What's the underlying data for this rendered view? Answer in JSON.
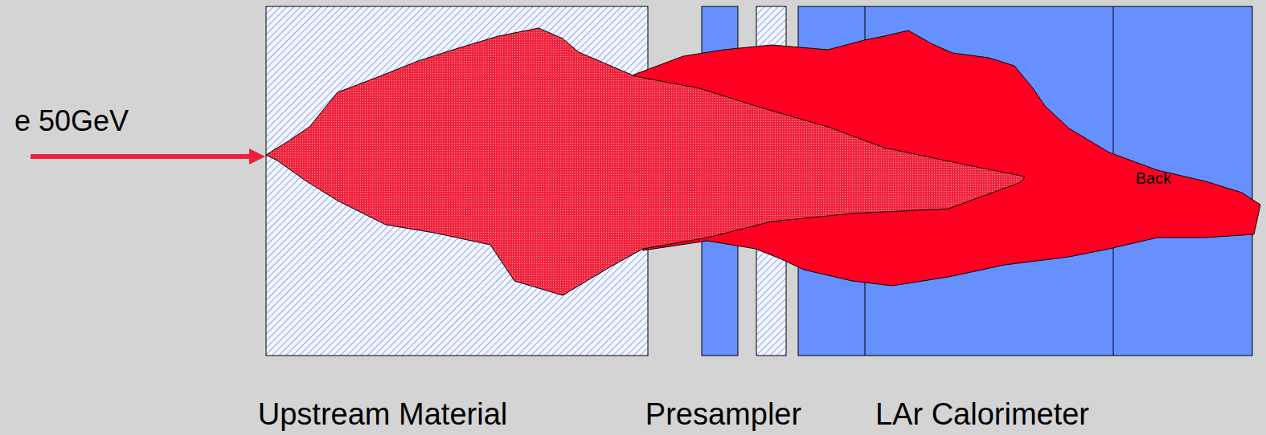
{
  "diagram": {
    "labels": [
      "e 50GeV",
      "Back",
      "Upstream Material",
      "Presampler",
      "LAr Calorimeter"
    ]
  }
}
